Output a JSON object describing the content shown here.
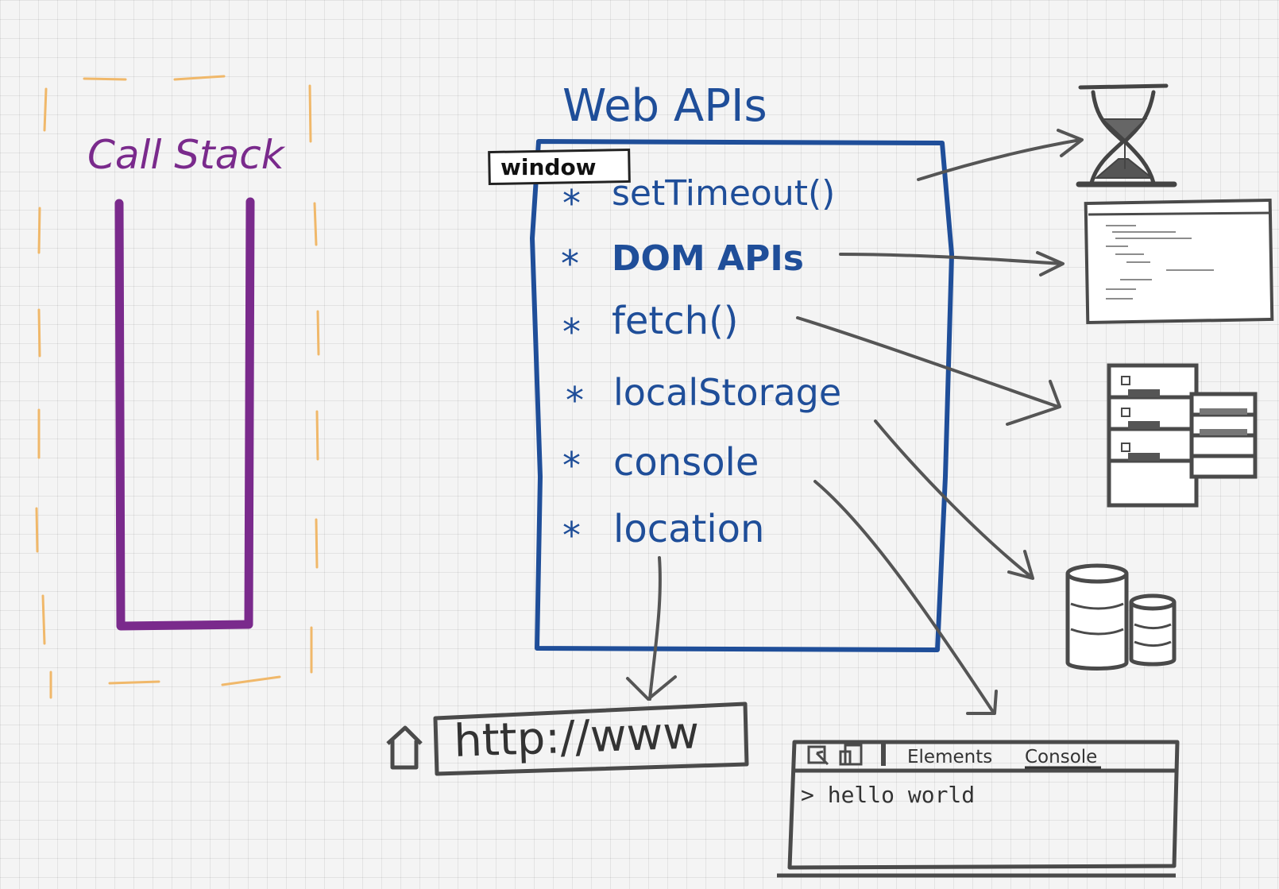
{
  "colors": {
    "background": "#f4f4f4",
    "call_stack": "#7a2a8c",
    "call_stack_dashes": "#f0b86a",
    "web_apis": "#1f4e99",
    "arrows": "#555555",
    "sketch": "#4a4a4a"
  },
  "call_stack": {
    "title": "Call Stack"
  },
  "web_apis": {
    "title": "Web APIs",
    "window_label": "window",
    "bullet": "*",
    "items": [
      {
        "label": "setTimeout()",
        "target": "hourglass-icon"
      },
      {
        "label": "DOM APIs",
        "target": "code-editor-sketch"
      },
      {
        "label": "fetch()",
        "target": "server-rack-sketch"
      },
      {
        "label": "localStorage",
        "target": "database-sketch"
      },
      {
        "label": "console",
        "target": "devtools-console-panel"
      },
      {
        "label": "location",
        "target": "address-bar"
      }
    ]
  },
  "address_bar": {
    "url": "http://www",
    "icon": "home-icon"
  },
  "devtools": {
    "tabs": [
      "Elements",
      "Console"
    ],
    "active_tab": "Console",
    "output": "> hello world",
    "icons": [
      "inspect-icon",
      "device-toolbar-icon"
    ]
  },
  "icons": {
    "hourglass": "hourglass-icon",
    "code_editor": "code-editor-sketch",
    "server": "server-rack-sketch",
    "database": "database-sketch"
  }
}
